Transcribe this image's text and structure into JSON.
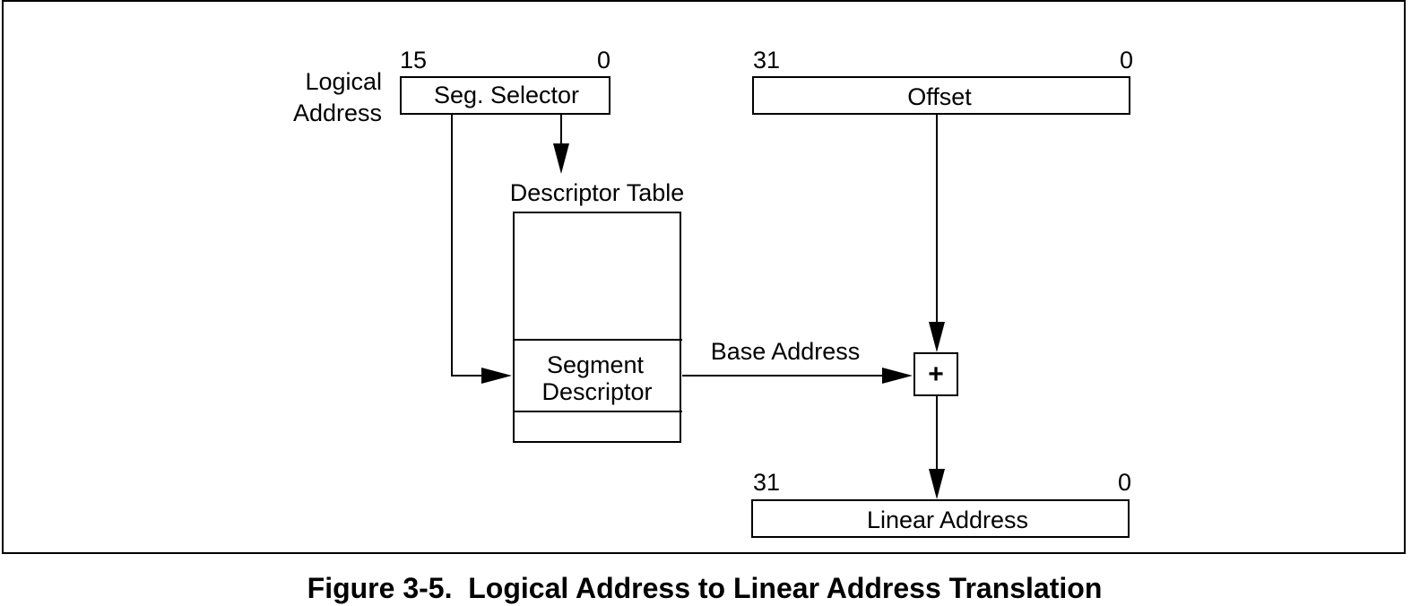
{
  "logical_address": {
    "line1": "Logical",
    "line2": "Address"
  },
  "selector": {
    "label": "Seg. Selector",
    "high_bit": "15",
    "low_bit": "0"
  },
  "offset": {
    "label": "Offset",
    "high_bit": "31",
    "low_bit": "0"
  },
  "descriptor_table": {
    "title": "Descriptor Table",
    "entry_line1": "Segment",
    "entry_line2": "Descriptor"
  },
  "base_address_label": "Base Address",
  "adder_symbol": "+",
  "linear_address": {
    "label": "Linear Address",
    "high_bit": "31",
    "low_bit": "0"
  },
  "caption": "Figure 3-5.  Logical Address to Linear Address Translation"
}
